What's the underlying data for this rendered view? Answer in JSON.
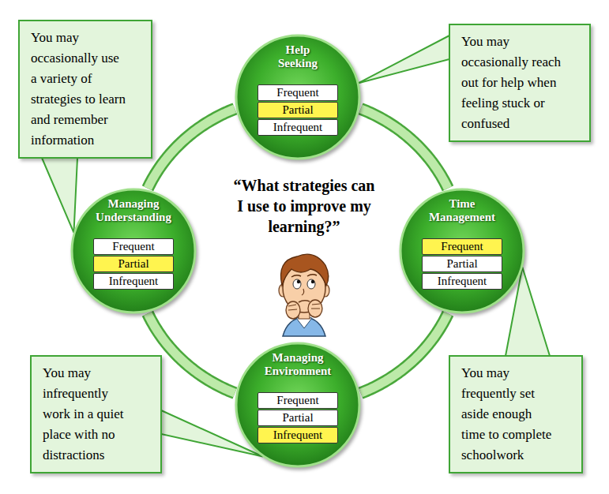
{
  "diagram": {
    "nodes": [
      {
        "text": [
          "You may occasionally use a variety of strategies to learn and remember information"
        ]
      },
      {
        "text": [
          "Help Seeking"
        ]
      },
      {
        "text": [
          "Frequent"
        ],
        "in": 1
      },
      {
        "text": [
          "Partial"
        ],
        "in": 1
      },
      {
        "text": [
          "Infrequent"
        ],
        "in": 1
      },
      {
        "text": [
          "You may occasionally reach out for help when feeling stuck or confused"
        ]
      },
      {
        "text": [
          "Managing Understanding"
        ]
      },
      {
        "text": [
          "Frequent"
        ],
        "in": 6
      },
      {
        "text": [
          "Partial"
        ],
        "in": 6
      },
      {
        "text": [
          "Infrequent"
        ],
        "in": 6
      },
      {
        "text": [
          "Time Management"
        ]
      },
      {
        "text": [
          "Frequent"
        ],
        "in": 10
      },
      {
        "text": [
          "Partial"
        ],
        "in": 10
      },
      {
        "text": [
          "Infrequent"
        ],
        "in": 10
      },
      {
        "text": [
          "You may infrequently work in a quiet place with no distractions"
        ]
      },
      {
        "text": [
          "Managing Environment"
        ]
      },
      {
        "text": [
          "Frequent"
        ],
        "in": 15
      },
      {
        "text": [
          "Partial"
        ],
        "in": 15
      },
      {
        "text": [
          "Infrequent"
        ],
        "in": 15
      },
      {
        "text": [
          "You may frequently set aside enough time to complete schoolwork"
        ]
      }
    ],
    "edges": [
      {
        "from": 1,
        "to": 10,
        "arrow": "none"
      },
      {
        "from": 10,
        "to": 15,
        "arrow": "none"
      },
      {
        "from": 15,
        "to": 6,
        "arrow": "none"
      },
      {
        "from": 6,
        "to": 1,
        "arrow": "none"
      },
      {
        "from": 0,
        "to": 6,
        "arrow": "none"
      },
      {
        "from": 5,
        "to": 1,
        "arrow": "none"
      },
      {
        "from": 19,
        "to": 10,
        "arrow": "none"
      },
      {
        "from": 14,
        "to": 15,
        "arrow": "none"
      }
    ],
    "labels": [
      "“What strategies can I use to improve my learning?”"
    ]
  }
}
